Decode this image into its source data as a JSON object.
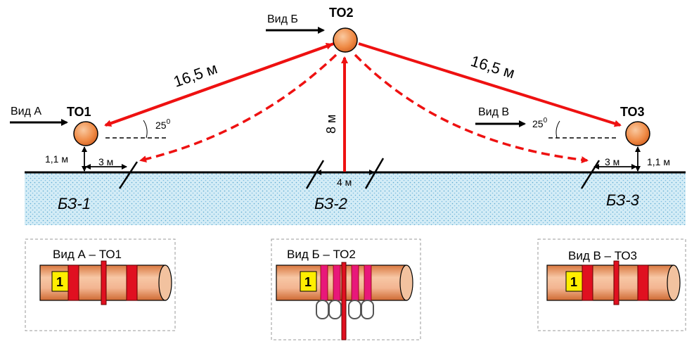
{
  "points": {
    "to1": "ТО1",
    "to2": "ТО2",
    "to3": "ТО3"
  },
  "views": {
    "a": "Вид А",
    "b": "Вид Б",
    "v": "Вид В"
  },
  "measurements": {
    "left_cable": "16,5 м",
    "right_cable": "16,5 м",
    "height_center": "8 м",
    "height_left": "1,1 м",
    "height_right": "1,1 м",
    "offset_left": "3 м",
    "offset_right": "3 м",
    "zone_width": "4 м",
    "angle_left": "25",
    "angle_right": "25",
    "angle_sup": "0"
  },
  "zones": {
    "bz1": "БЗ-1",
    "bz2": "БЗ-2",
    "bz3": "БЗ-3"
  },
  "details": {
    "a_title": "Вид А – ТО1",
    "b_title": "Вид Б – ТО2",
    "v_title": "Вид В – ТО3",
    "marker": "1"
  },
  "colors": {
    "cable": "#ee1111",
    "ball": "#f08a45",
    "ground": "#d2ecf5",
    "pipe": "#e08a55",
    "band": "#e01020",
    "loop": "#e8187a",
    "marker_bg": "#ffee00"
  }
}
